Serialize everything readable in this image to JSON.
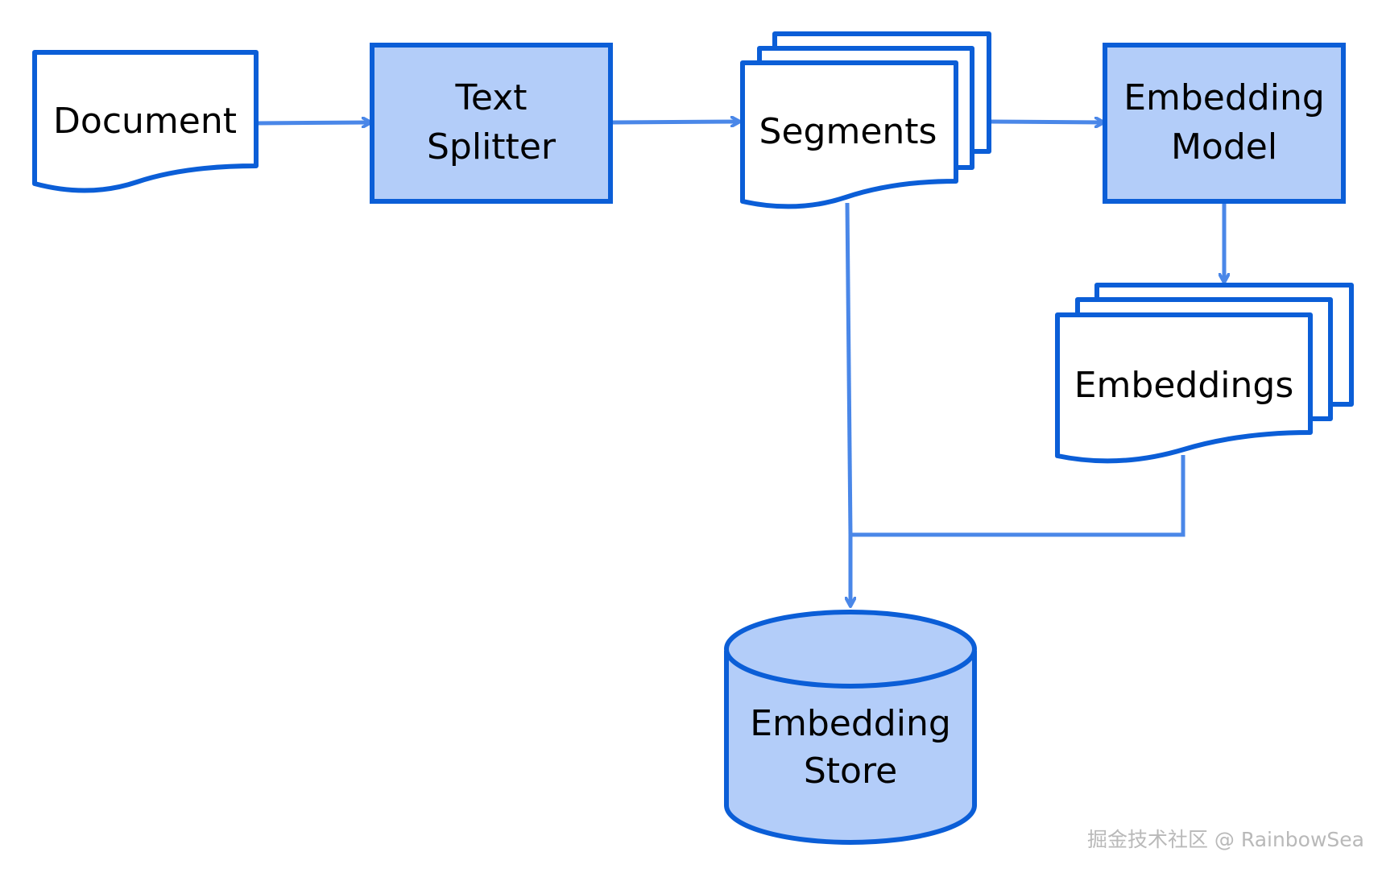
{
  "colors": {
    "stroke": "#0b5ed7",
    "box_fill": "#b3cdf9",
    "doc_fill": "#ffffff",
    "arrow": "#4a87e8",
    "text": "#000000"
  },
  "nodes": {
    "document": {
      "label": "Document"
    },
    "text_splitter": {
      "label_line1": "Text",
      "label_line2": "Splitter"
    },
    "segments": {
      "label": "Segments"
    },
    "embedding_model": {
      "label_line1": "Embedding",
      "label_line2": "Model"
    },
    "embeddings": {
      "label": "Embeddings"
    },
    "embedding_store": {
      "label_line1": "Embedding",
      "label_line2": "Store"
    }
  },
  "watermark": {
    "text": "掘金技术社区 @ RainbowSea"
  }
}
